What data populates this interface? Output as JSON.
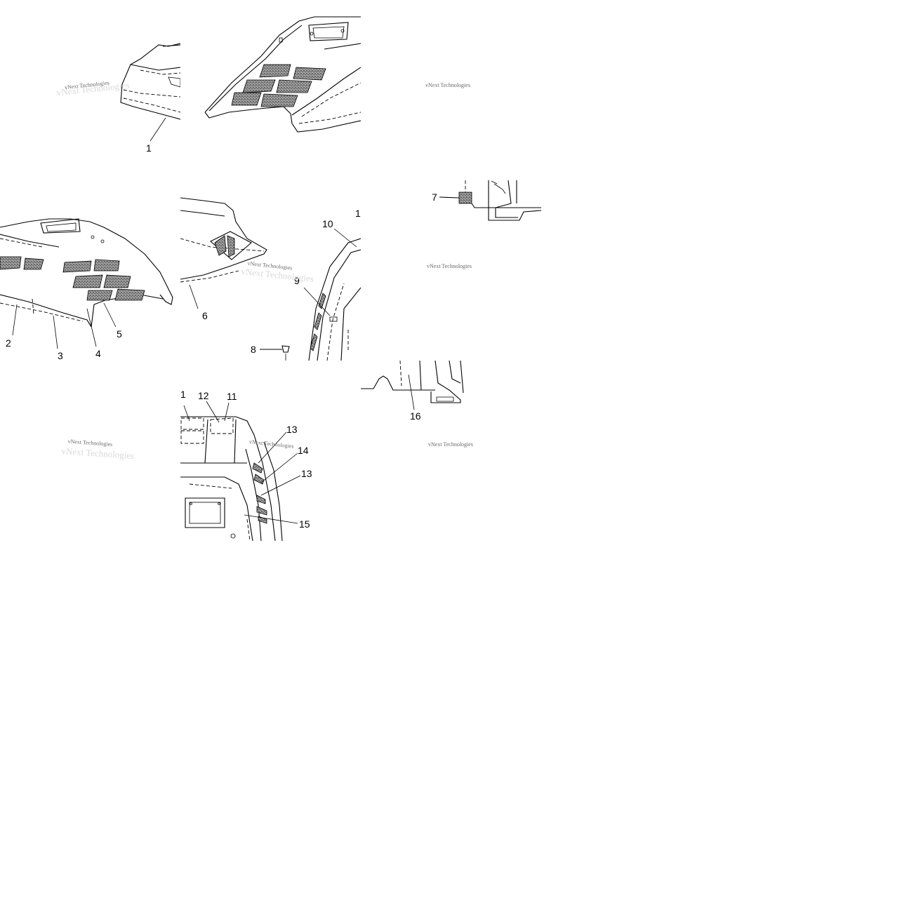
{
  "watermark": "vNext Technologies",
  "callouts": {
    "c1_top": "1",
    "c2": "2",
    "c3": "3",
    "c4": "4",
    "c5": "5",
    "c6": "6",
    "c7": "7",
    "c8": "8",
    "c9": "9",
    "c10": "10",
    "c1_side": "1",
    "c1_rear": "1",
    "c12": "12",
    "c11": "11",
    "c13a": "13",
    "c14": "14",
    "c13b": "13",
    "c15": "15",
    "c16": "16"
  }
}
